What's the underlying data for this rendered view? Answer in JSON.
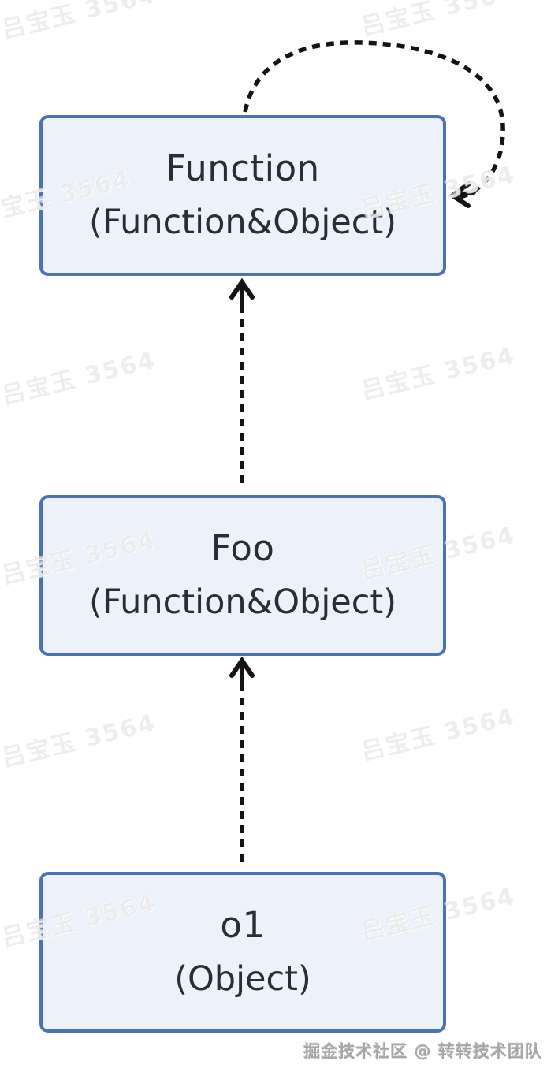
{
  "diagram": {
    "type": "prototype-chain-diagram",
    "nodes": [
      {
        "title": "Function",
        "subtitle": "(Function&Object)"
      },
      {
        "title": "Foo",
        "subtitle": "(Function&Object)"
      },
      {
        "title": "o1",
        "subtitle": "(Object)"
      }
    ],
    "edges": [
      {
        "from": "Foo",
        "to": "Function",
        "style": "dashed",
        "direction": "up"
      },
      {
        "from": "o1",
        "to": "Foo",
        "style": "dashed",
        "direction": "up"
      },
      {
        "from": "Function",
        "to": "Function",
        "style": "dashed",
        "direction": "self-loop"
      }
    ],
    "colors": {
      "node_fill": "#edf1f9",
      "node_border": "#4a72b5",
      "node_text": "#272e3a",
      "arrow": "#141414"
    }
  },
  "watermark": {
    "text": "吕宝玉 3564"
  },
  "footer": {
    "credit": "掘金技术社区 @ 转转技术团队"
  }
}
